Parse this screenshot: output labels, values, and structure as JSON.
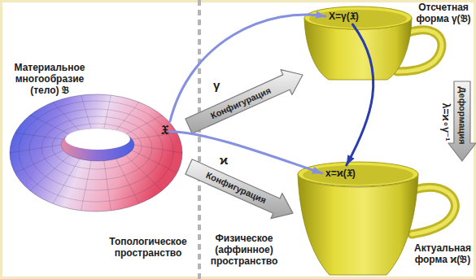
{
  "diagram": {
    "nodes": [
      {
        "text": [
          "Материальное многообразие (тело) 𝔅",
          "𝔛"
        ]
      },
      {
        "text": [
          "Отсчетная форма γ(𝔅)",
          "X=γ(𝔛)"
        ]
      },
      {
        "text": [
          "Актуальная форма ϰ(𝔅)",
          "x=ϰ(𝔛)"
        ]
      }
    ],
    "edges": [
      {
        "from": 0,
        "to": 1,
        "label": "Конфигурация",
        "arrow": "to"
      },
      {
        "from": 0,
        "to": 2,
        "label": "Конфигурация",
        "arrow": "to"
      },
      {
        "from": 1,
        "to": 2,
        "label": "Деформация",
        "arrow": "to"
      },
      {
        "from": 0,
        "to": 1,
        "arrow": "to"
      },
      {
        "from": 0,
        "to": 2,
        "arrow": "to"
      },
      {
        "from": 1,
        "to": 2,
        "arrow": "to"
      }
    ],
    "labels": [
      "γ",
      "ϰ",
      "λ=ϰ∘γ⁻¹",
      "Топологическое пространство",
      "Физическое (аффинное) пространство"
    ]
  }
}
